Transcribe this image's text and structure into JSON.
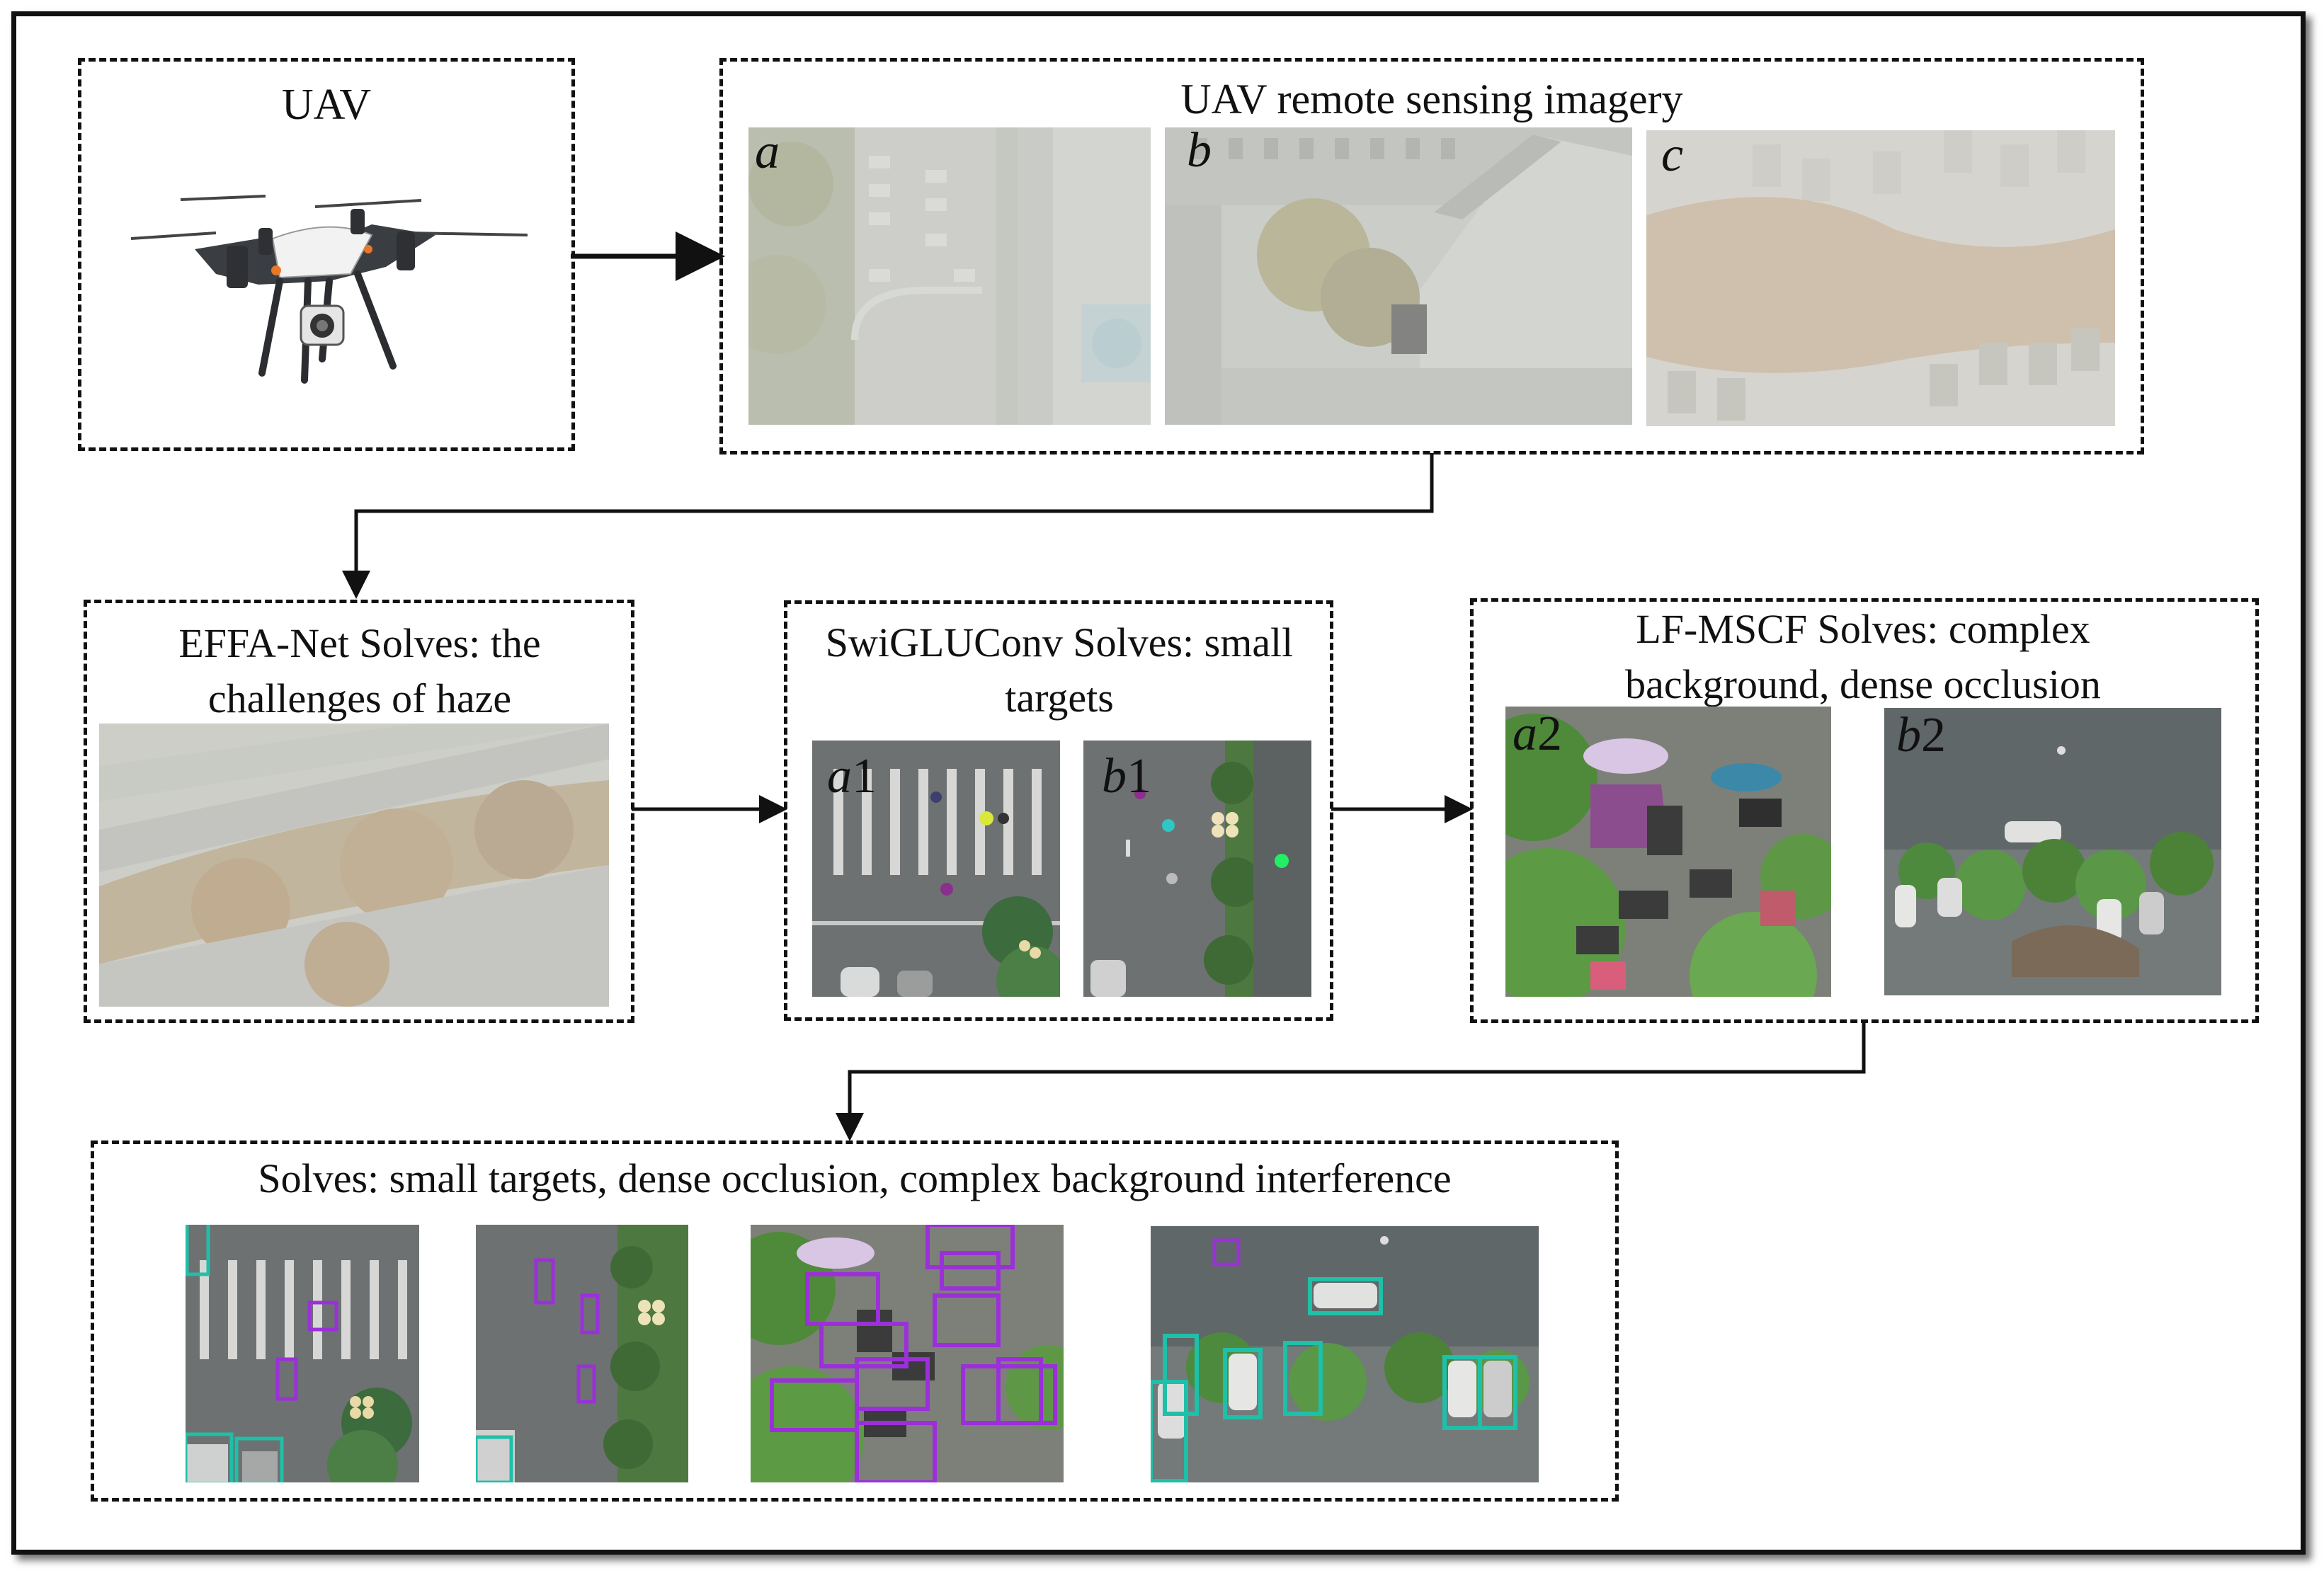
{
  "uav_box": {
    "title": "UAV"
  },
  "imagery_box": {
    "title": "UAV remote sensing imagery",
    "photos": [
      {
        "tag": "a",
        "scene": "hazy-parking-lot"
      },
      {
        "tag": "b",
        "scene": "hazy-building-courtyard"
      },
      {
        "tag": "c",
        "scene": "hazy-tree-canopy-parking"
      }
    ]
  },
  "effa_box": {
    "title": "EFFA-Net Solves: the challenges of haze",
    "scene": "hazy-highway-trees"
  },
  "swiglu_box": {
    "title": "SwiGLUConv Solves: small targets",
    "photos": [
      {
        "tag": "a",
        "tag_num": "1",
        "scene": "crosswalk"
      },
      {
        "tag": "b",
        "tag_num": "1",
        "scene": "road-median"
      }
    ]
  },
  "lfmscf_box": {
    "title": "LF-MSCF Solves: complex background, dense occlusion",
    "photos": [
      {
        "tag": "a",
        "tag_num": "2",
        "scene": "crowded-scooters"
      },
      {
        "tag": "b",
        "tag_num": "2",
        "scene": "parking-trees"
      }
    ]
  },
  "results_box": {
    "title": "Solves: small targets, dense occlusion, complex background interference",
    "photos": [
      {
        "scene": "crosswalk-detections"
      },
      {
        "scene": "road-median-detections"
      },
      {
        "scene": "scooters-detections"
      },
      {
        "scene": "parking-detections"
      }
    ]
  },
  "colors": {
    "border": "#111111",
    "bbox_pedestrian": "#9b30d9",
    "bbox_vehicle": "#1fbfa8",
    "haze": "#d9dcd6"
  }
}
